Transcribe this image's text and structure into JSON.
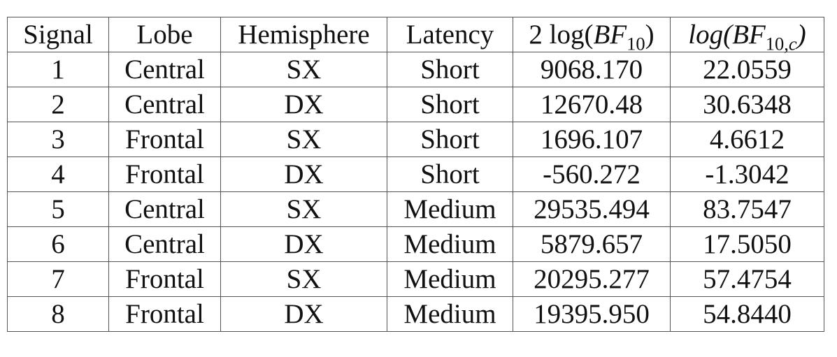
{
  "table": {
    "headers": {
      "signal": "Signal",
      "lobe": "Lobe",
      "hemisphere": "Hemisphere",
      "latency": "Latency",
      "bf_prefix": "2 log(",
      "bf_var": "BF",
      "bf_sub": "10",
      "bf_suffix": ")",
      "bfc_prefix": "log(",
      "bfc_var": "BF",
      "bfc_sub_num": "10,",
      "bfc_sub_c": "c",
      "bfc_suffix": ")"
    },
    "rows": [
      {
        "signal": "1",
        "lobe": "Central",
        "hemisphere": "SX",
        "latency": "Short",
        "bf": "9068.170",
        "bfc": "22.0559"
      },
      {
        "signal": "2",
        "lobe": "Central",
        "hemisphere": "DX",
        "latency": "Short",
        "bf": "12670.48",
        "bfc": "30.6348"
      },
      {
        "signal": "3",
        "lobe": "Frontal",
        "hemisphere": "SX",
        "latency": "Short",
        "bf": "1696.107",
        "bfc": "4.6612"
      },
      {
        "signal": "4",
        "lobe": "Frontal",
        "hemisphere": "DX",
        "latency": "Short",
        "bf": "-560.272",
        "bfc": "-1.3042"
      },
      {
        "signal": "5",
        "lobe": "Central",
        "hemisphere": "SX",
        "latency": "Medium",
        "bf": "29535.494",
        "bfc": "83.7547"
      },
      {
        "signal": "6",
        "lobe": "Central",
        "hemisphere": "DX",
        "latency": "Medium",
        "bf": "5879.657",
        "bfc": "17.5050"
      },
      {
        "signal": "7",
        "lobe": "Frontal",
        "hemisphere": "SX",
        "latency": "Medium",
        "bf": "20295.277",
        "bfc": "57.4754"
      },
      {
        "signal": "8",
        "lobe": "Frontal",
        "hemisphere": "DX",
        "latency": "Medium",
        "bf": "19395.950",
        "bfc": "54.8440"
      }
    ]
  }
}
